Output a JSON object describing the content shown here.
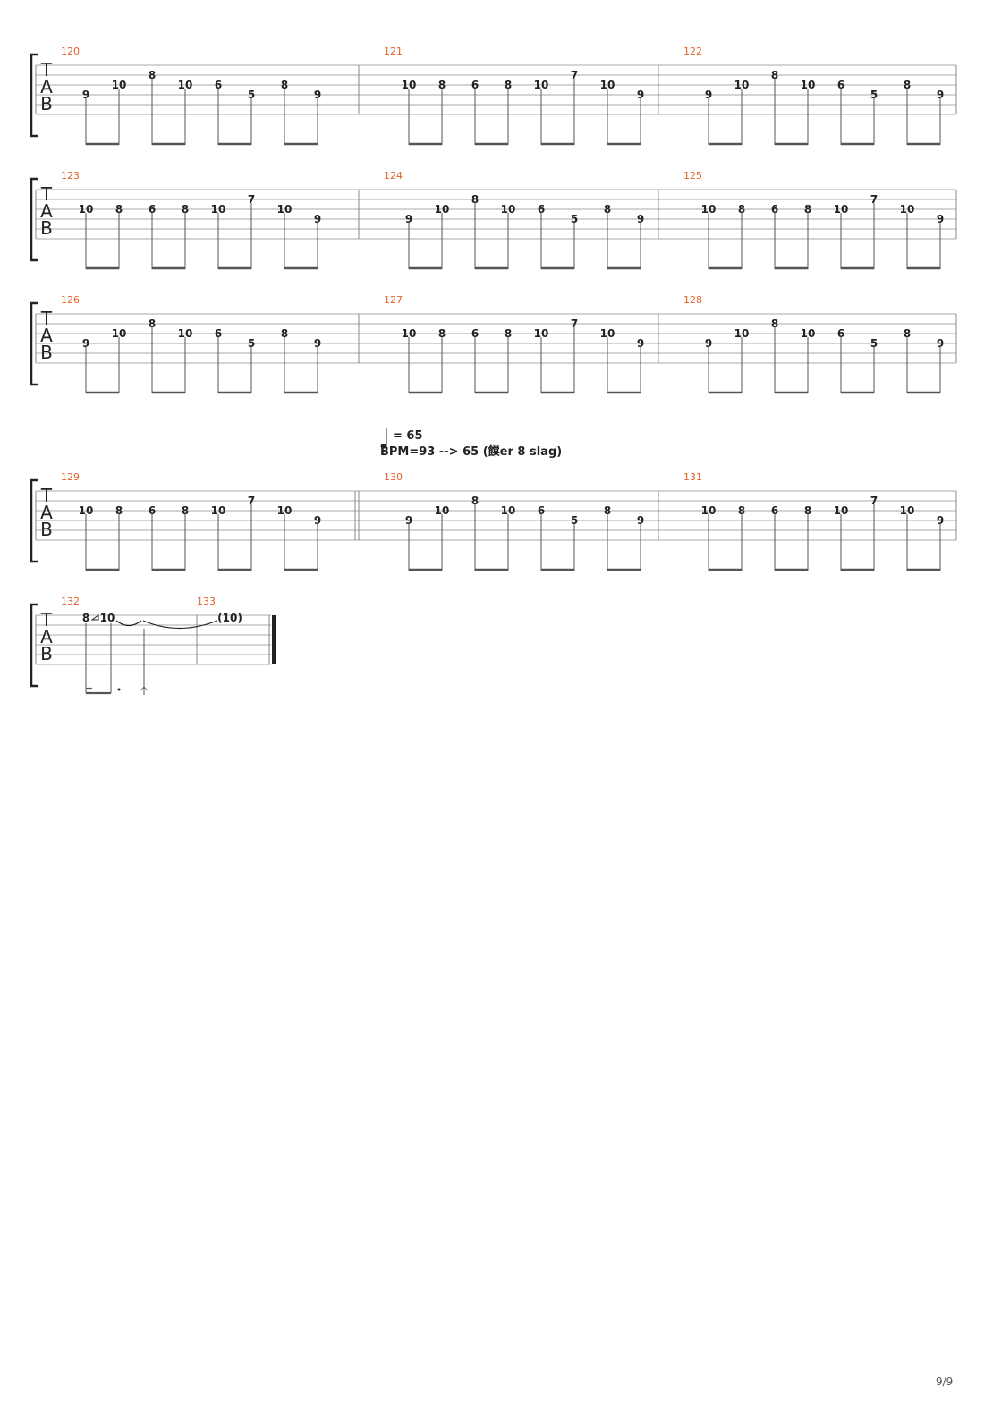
{
  "document": {
    "page_label": "9/9",
    "tab_clef": [
      "T",
      "A",
      "B"
    ],
    "tempo_marking": {
      "metronome_value": "= 65",
      "text": "BPM=93 --> 65 (饓er 8 slag)"
    },
    "colors": {
      "bar_number": "#e4632b",
      "staff_line": "#aaaaaa",
      "text": "#222222"
    },
    "patterns": {
      "A": [
        {
          "fret": "9",
          "string": 3
        },
        {
          "fret": "10",
          "string": 2
        },
        {
          "fret": "8",
          "string": 1
        },
        {
          "fret": "10",
          "string": 2
        },
        {
          "fret": "6",
          "string": 2
        },
        {
          "fret": "5",
          "string": 3
        },
        {
          "fret": "8",
          "string": 2
        },
        {
          "fret": "9",
          "string": 3
        }
      ],
      "B": [
        {
          "fret": "10",
          "string": 2
        },
        {
          "fret": "8",
          "string": 2
        },
        {
          "fret": "6",
          "string": 2
        },
        {
          "fret": "8",
          "string": 2
        },
        {
          "fret": "10",
          "string": 2
        },
        {
          "fret": "7",
          "string": 1
        },
        {
          "fret": "10",
          "string": 2
        },
        {
          "fret": "9",
          "string": 3
        }
      ]
    },
    "systems": [
      {
        "measures": [
          {
            "number": "120",
            "pattern": "A"
          },
          {
            "number": "121",
            "pattern": "B"
          },
          {
            "number": "122",
            "pattern": "A"
          }
        ]
      },
      {
        "measures": [
          {
            "number": "123",
            "pattern": "B"
          },
          {
            "number": "124",
            "pattern": "A"
          },
          {
            "number": "125",
            "pattern": "B"
          }
        ]
      },
      {
        "measures": [
          {
            "number": "126",
            "pattern": "A"
          },
          {
            "number": "127",
            "pattern": "B"
          },
          {
            "number": "128",
            "pattern": "A"
          }
        ]
      },
      {
        "measures": [
          {
            "number": "129",
            "pattern": "B"
          },
          {
            "number": "130",
            "pattern": "A"
          },
          {
            "number": "131",
            "pattern": "B"
          }
        ],
        "double_bar_after_measure": 1
      },
      {
        "final": true,
        "measures": [
          {
            "number": "132"
          },
          {
            "number": "133"
          }
        ],
        "notes": [
          {
            "fret": "8",
            "string": 1
          },
          {
            "fret": "10",
            "string": 1
          },
          {
            "fret": "(10)",
            "string": 1
          }
        ]
      }
    ]
  }
}
